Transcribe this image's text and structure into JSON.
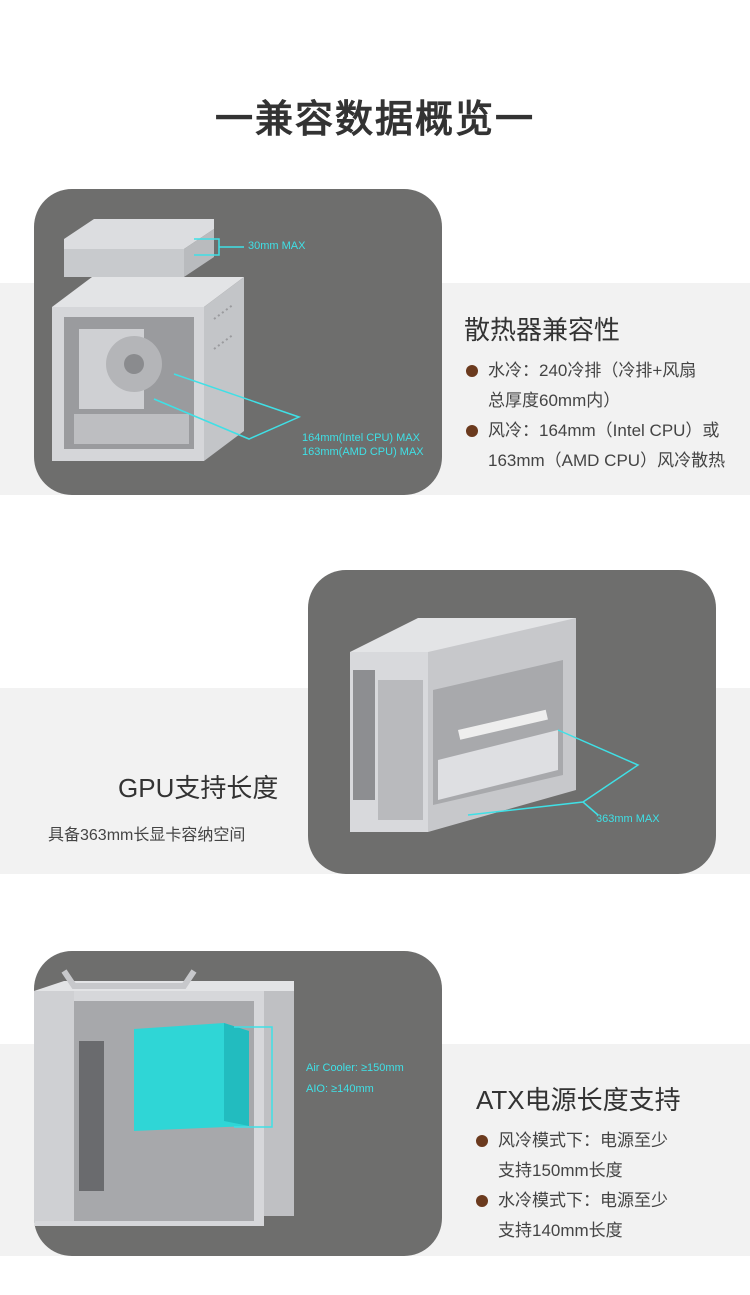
{
  "title": "一兼容数据概览一",
  "cooler_section": {
    "heading": "散热器兼容性",
    "label_radiator": "30mm MAX",
    "label_intel": "164mm(Intel CPU) MAX",
    "label_amd": "163mm(AMD CPU) MAX",
    "bullets": [
      {
        "line1": "水冷：240冷排（冷排+风扇",
        "line2": "总厚度60mm内）"
      },
      {
        "line1": "风冷：164mm（Intel CPU）或",
        "line2": "163mm（AMD CPU）风冷散热"
      }
    ]
  },
  "gpu_section": {
    "heading": "GPU支持长度",
    "subtext": "具备363mm长显卡容纳空间",
    "label_length": "363mm MAX"
  },
  "psu_section": {
    "heading": "ATX电源长度支持",
    "label_air": "Air Cooler: ≥150mm",
    "label_aio": "AIO: ≥140mm",
    "bullets": [
      {
        "line1": "风冷模式下：电源至少",
        "line2": "支持150mm长度"
      },
      {
        "line1": "水冷模式下：电源至少",
        "line2": "支持140mm长度"
      }
    ]
  },
  "colors": {
    "card_bg": "#6e6e6d",
    "accent_cyan": "#3fe0e6",
    "bullet_dot": "#6b3a1e",
    "band_bg": "#f2f2f2"
  }
}
